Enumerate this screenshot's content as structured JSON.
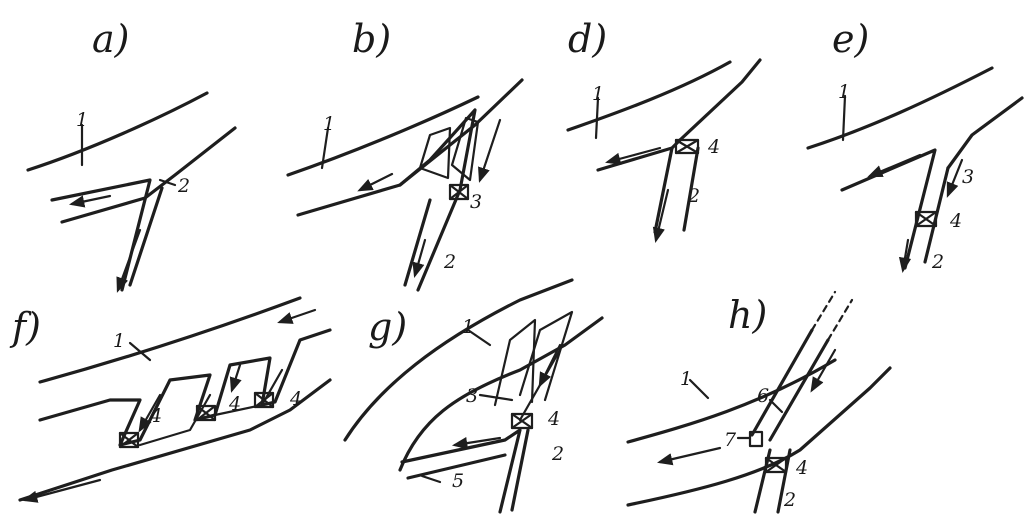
{
  "panels": [
    {
      "id": "a",
      "label": "a)",
      "callouts": [
        "1",
        "2"
      ]
    },
    {
      "id": "b",
      "label": "b)",
      "callouts": [
        "1",
        "3",
        "2"
      ]
    },
    {
      "id": "d",
      "label": "d)",
      "callouts": [
        "1",
        "4",
        "2"
      ]
    },
    {
      "id": "e",
      "label": "e)",
      "callouts": [
        "1",
        "3",
        "4",
        "2"
      ]
    },
    {
      "id": "f",
      "label": "f)",
      "callouts": [
        "1",
        "4",
        "4",
        "4"
      ]
    },
    {
      "id": "g",
      "label": "g)",
      "callouts": [
        "1",
        "3",
        "4",
        "2",
        "5"
      ]
    },
    {
      "id": "h",
      "label": "h)",
      "callouts": [
        "1",
        "6",
        "7",
        "4",
        "2"
      ]
    }
  ],
  "colors": {
    "ink": "#1e1e1e",
    "paper": "#ffffff"
  }
}
